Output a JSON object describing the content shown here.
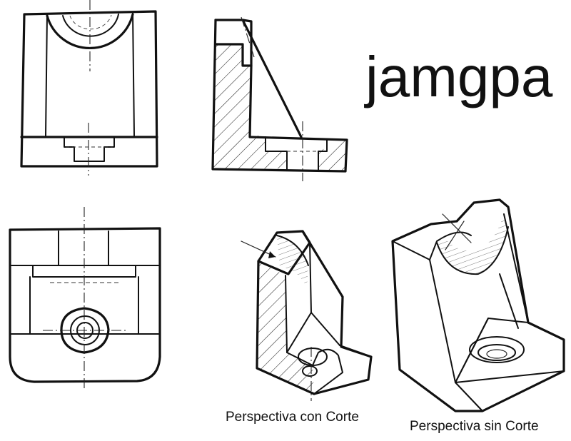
{
  "logo_text": "jamgpa",
  "captions": {
    "section_perspective": "Perspectiva con Corte",
    "plain_perspective": "Perspectiva sin Corte"
  },
  "colors": {
    "ink": "#111111",
    "paper": "#ffffff"
  }
}
